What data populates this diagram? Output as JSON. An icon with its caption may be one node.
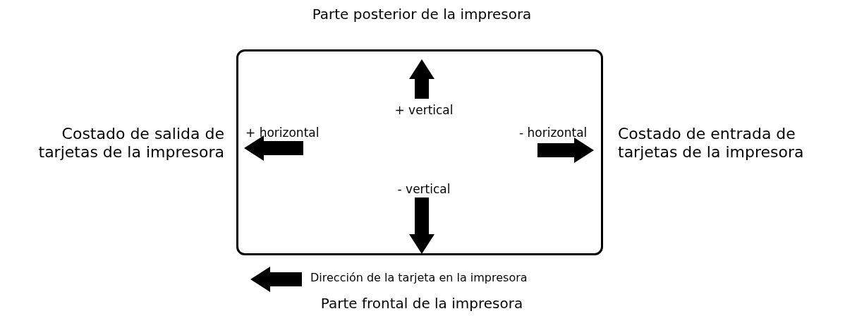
{
  "diagram": {
    "nodes": [
      {
        "text": [
          "+ vertical",
          "+ horizontal",
          "- horizontal",
          "- vertical"
        ]
      }
    ],
    "labels": [
      "Parte posterior de la impresora",
      "Costado de salida de tarjetas de la impresora",
      "Costado de entrada de tarjetas de la impresora",
      "Dirección de la tarjeta en la impresora",
      "Parte frontal de la impresora"
    ]
  }
}
